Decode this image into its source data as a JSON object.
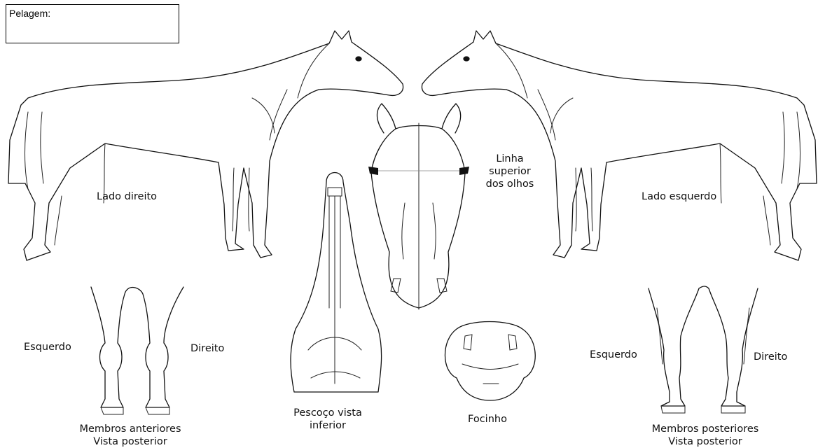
{
  "form": {
    "coat_label": "Pelagem:"
  },
  "labels": {
    "right_side": "Lado direito",
    "left_side": "Lado esquerdo",
    "eye_line": [
      "Linha",
      "superior",
      "dos olhos"
    ],
    "forelimbs_left": "Esquerdo",
    "forelimbs_right": "Direito",
    "forelimbs_caption": [
      "Membros anteriores",
      "Vista posterior"
    ],
    "neck_caption": [
      "Pescoço vista",
      "inferior"
    ],
    "muzzle_caption": "Focinho",
    "hindlimbs_left": "Esquerdo",
    "hindlimbs_right": "Direito",
    "hindlimbs_caption": [
      "Membros posteriores",
      "Vista posterior"
    ]
  }
}
